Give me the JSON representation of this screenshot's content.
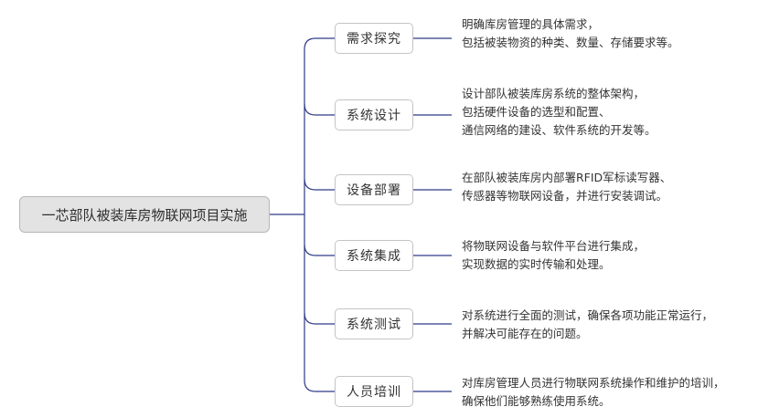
{
  "root": {
    "label": "一芯部队被装库房物联网项目实施"
  },
  "branches": [
    {
      "label": "需求探究",
      "details": [
        "明确库房管理的具体需求，",
        "包括被装物资的种类、数量、存储要求等。"
      ]
    },
    {
      "label": "系统设计",
      "details": [
        "设计部队被装库房系统的整体架构，",
        "包括硬件设备的选型和配置、",
        "通信网络的建设、软件系统的开发等。"
      ]
    },
    {
      "label": "设备部署",
      "details": [
        "在部队被装库房内部署RFID军标读写器、",
        "传感器等物联网设备，并进行安装调试。"
      ]
    },
    {
      "label": "系统集成",
      "details": [
        "将物联网设备与软件平台进行集成，",
        "实现数据的实时传输和处理。"
      ]
    },
    {
      "label": "系统测试",
      "details": [
        "对系统进行全面的测试，确保各项功能正常运行，",
        "并解决可能存在的问题。"
      ]
    },
    {
      "label": "人员培训",
      "details": [
        "对库房管理人员进行物联网系统操作和维护的培训，",
        "确保他们能够熟练使用系统。"
      ]
    }
  ],
  "colors": {
    "connector": "#2f3a86",
    "root_fill": "#e3e3e3",
    "root_border": "#b7b7b7",
    "branch_border": "#c4c4c4"
  }
}
